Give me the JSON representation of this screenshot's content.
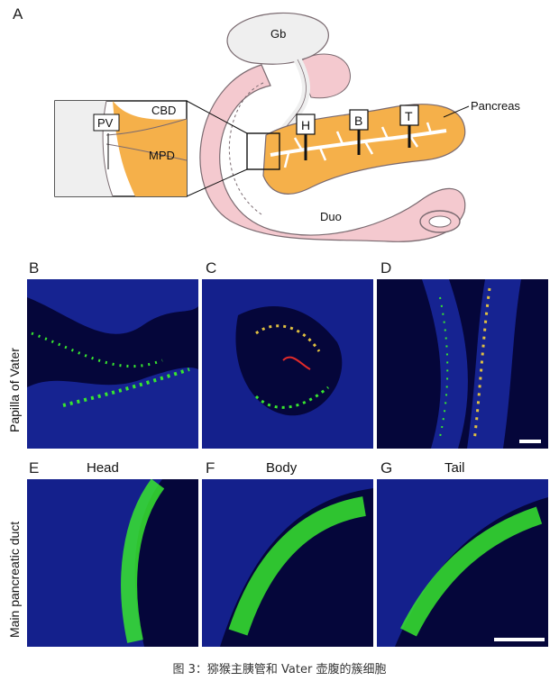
{
  "panel_letters": {
    "a": "A",
    "b": "B",
    "c": "C",
    "d": "D",
    "e": "E",
    "f": "F",
    "g": "G"
  },
  "diagram_labels": {
    "gb": "Gb",
    "pancreas": "Pancreas",
    "duo": "Duo",
    "cbd": "CBD",
    "mpd": "MPD",
    "pv": "PV",
    "h": "H",
    "b": "B",
    "t": "T"
  },
  "row_labels": {
    "top": "Papilla of Vater",
    "bottom": "Main pancreatic duct"
  },
  "column_titles": {
    "e": "Head",
    "f": "Body",
    "g": "Tail"
  },
  "caption": "图 3：猕猴主胰管和 Vater 壶腹的簇细胞",
  "colors": {
    "pancreas_fill": "#f5b04a",
    "duodenum_fill": "#f4c9cf",
    "tissue_background": "#05063a",
    "nuclei_blue": "#2a3bd6",
    "marker_green": "#37e62f",
    "marker_red": "#e02a2a"
  },
  "icons": {
    "scale_bar_cd": "scale-bar",
    "scale_bar_fg": "scale-bar"
  }
}
